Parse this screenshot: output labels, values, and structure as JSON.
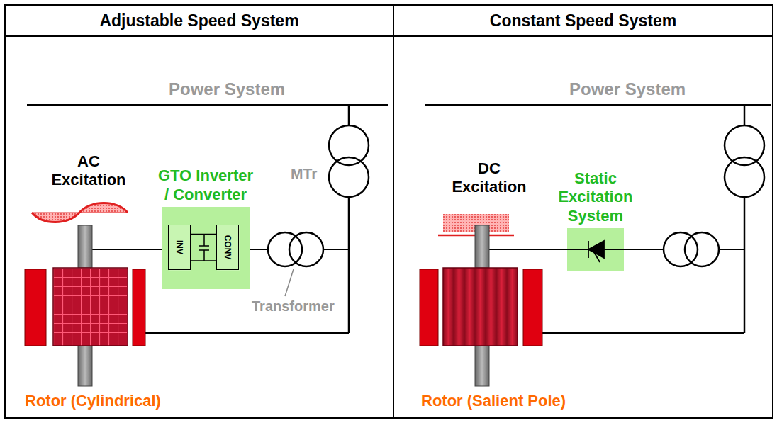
{
  "diagram": {
    "nodes": [
      {
        "text": [
          "Adjustable Speed System"
        ]
      },
      {
        "text": [
          "Constant Speed System"
        ]
      },
      {
        "text": [
          "GTO Inverter / Converter"
        ],
        "in": 0
      },
      {
        "text": [
          "INV"
        ],
        "in": 2
      },
      {
        "text": [
          "CONV"
        ],
        "in": 2
      },
      {
        "text": [
          "Static Excitation System"
        ],
        "in": 1
      }
    ],
    "edges": [
      {
        "from": 3,
        "to": 4,
        "arrow": "none"
      }
    ],
    "labels": [
      "Power System",
      "AC Excitation",
      "MTr",
      "Transformer",
      "Rotor (Cylindrical)",
      "Power System",
      "DC Excitation",
      "Rotor (Salient Pole)"
    ]
  }
}
